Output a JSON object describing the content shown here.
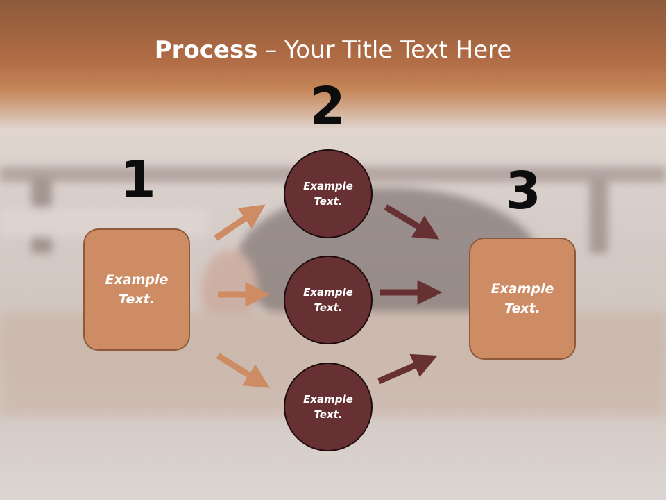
{
  "title": {
    "bold": "Process",
    "rest": " – Your Title Text Here"
  },
  "steps": [
    {
      "number": "1",
      "label": "Example Text."
    },
    {
      "number": "2",
      "items": [
        "Example Text.",
        "Example Text.",
        "Example Text."
      ]
    },
    {
      "number": "3",
      "label": "Example Text."
    }
  ],
  "colors": {
    "box_fill": "#cd8c63",
    "circle_fill": "#673033",
    "arrow_light": "#cd8c63",
    "arrow_dark": "#673033",
    "header_band": "#b8734a"
  }
}
